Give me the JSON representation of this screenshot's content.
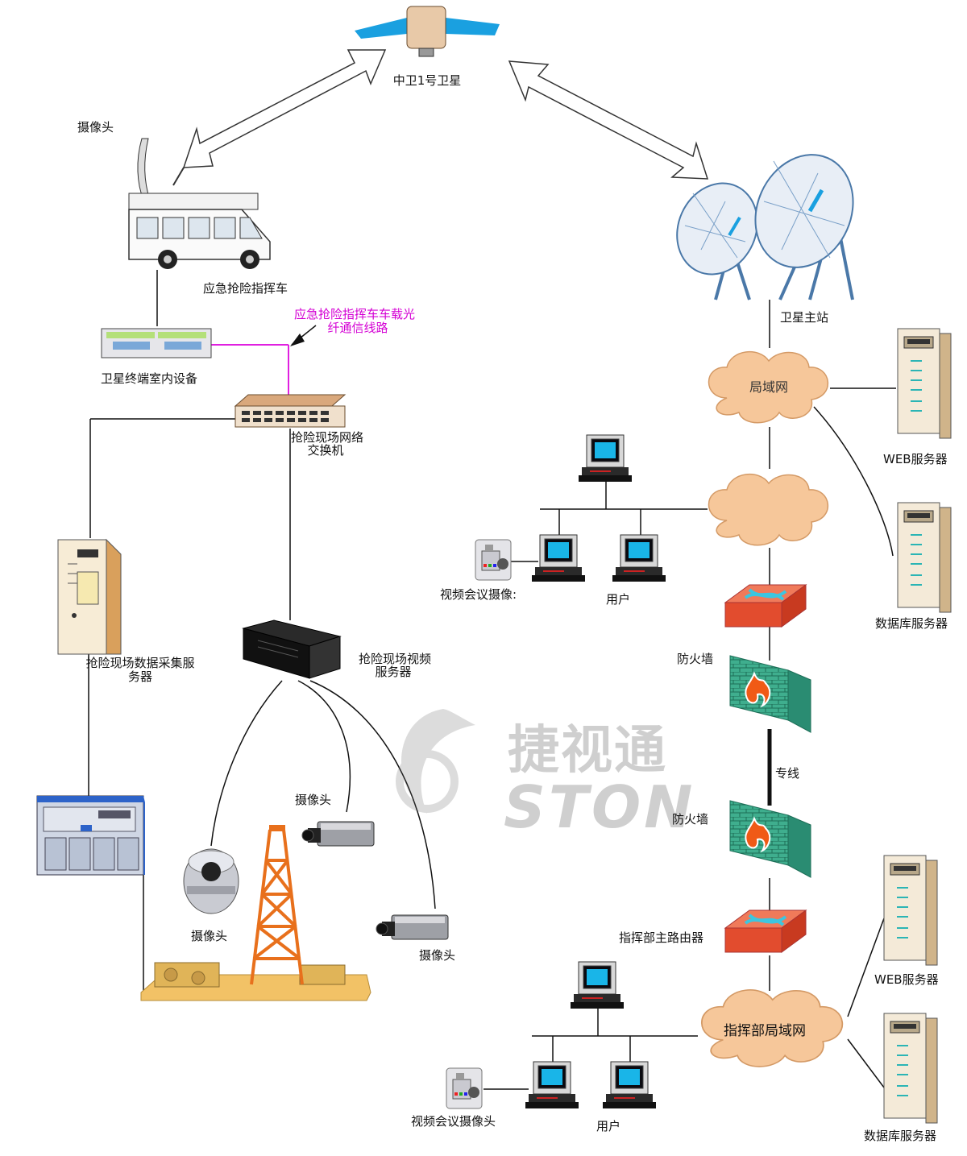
{
  "labels": {
    "satellite": "中卫1号卫星",
    "camera_top": "摄像头",
    "command_vehicle": "应急抢险指挥车",
    "fiber_line_1": "应急抢险指挥车车载光",
    "fiber_line_2": "纤通信线路",
    "sat_terminal": "卫星终端室内设备",
    "switch_1": "抢险现场网络",
    "switch_2": "交换机",
    "data_server_1": "抢险现场数据采集服",
    "data_server_2": "务器",
    "video_server_1": "抢险现场视频",
    "video_server_2": "服务器",
    "camera_mid": "摄像头",
    "camera_dome": "摄像头",
    "camera_right": "摄像头",
    "ground_station": "卫星主站",
    "lan": "局域网",
    "web_server_top": "WEB服务器",
    "db_server_top": "数据库服务器",
    "vc_camera_top": "视频会议摄像:",
    "users_top": "用户",
    "firewall_top": "防火墙",
    "dedicated_line": "专线",
    "firewall_bottom": "防火墙",
    "hq_router": "指挥部主路由器",
    "hq_lan": "指挥部局域网",
    "web_server_bottom": "WEB服务器",
    "db_server_bottom": "数据库服务器",
    "vc_camera_bottom": "视频会议摄像头",
    "users_bottom": "用户"
  },
  "watermark": {
    "cn": "捷视通",
    "en": "STON"
  },
  "colors": {
    "fiber": "#e020e0",
    "cloud": "#f6c79a",
    "router": "#e8583a",
    "firewall": "#2fa58a",
    "sat_panel": "#1aa0e0"
  }
}
